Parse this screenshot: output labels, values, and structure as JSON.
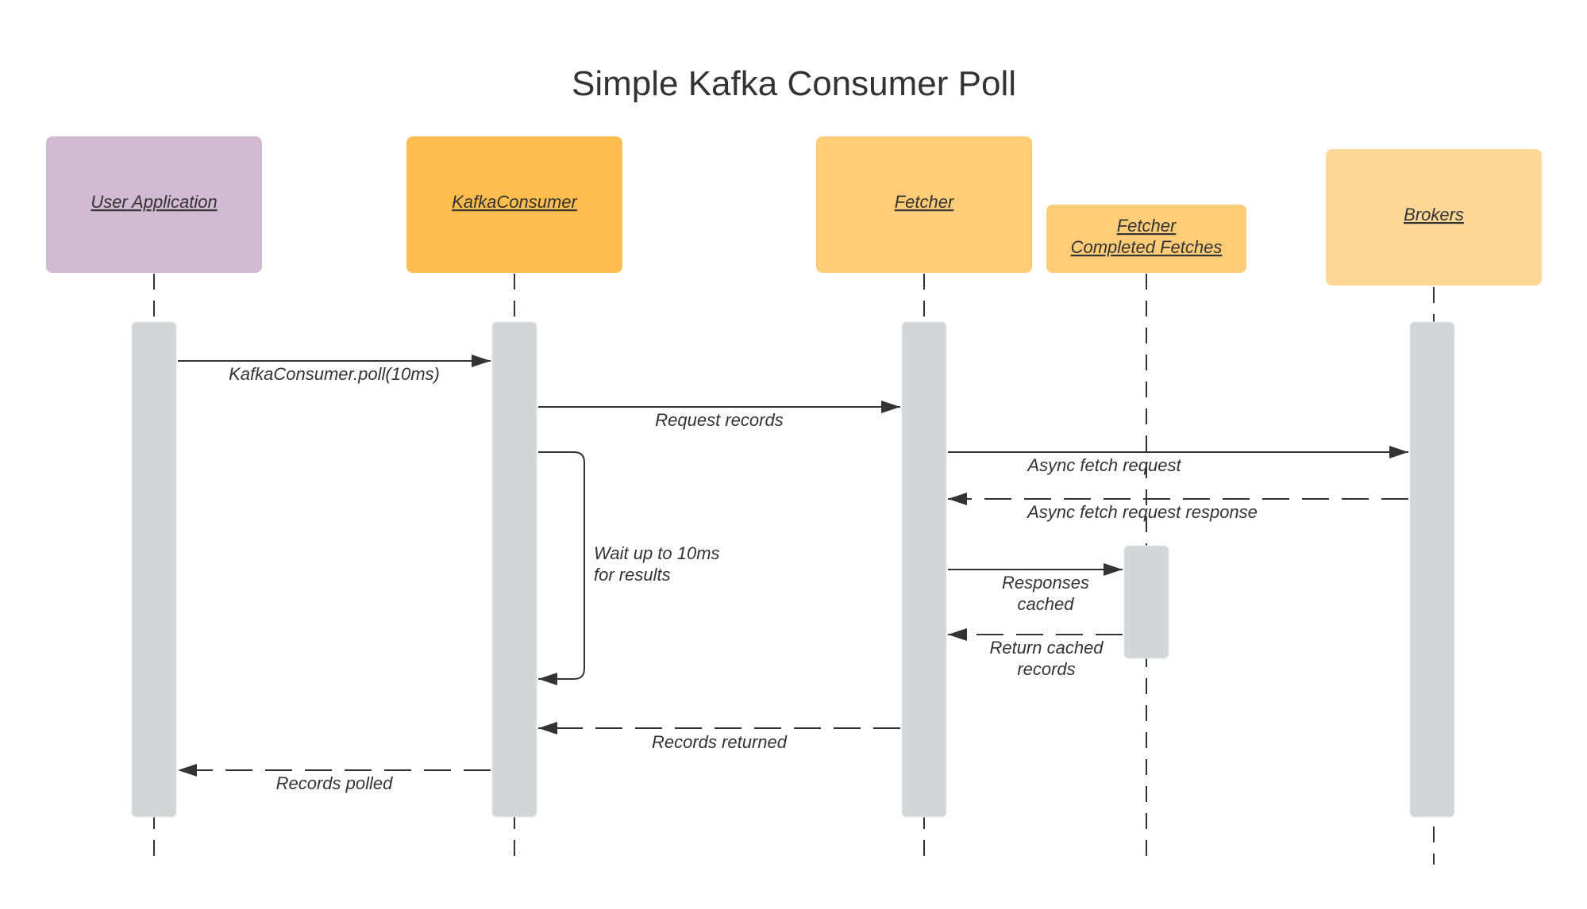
{
  "title": "Simple Kafka Consumer Poll",
  "colors": {
    "user_application": "#D1BBD3",
    "kafka_consumer": "#FFBD4F",
    "fetcher": "#FFCC78",
    "completed_fetches": "#FFCC78",
    "brokers": "#FFD797",
    "activation": "#D4D5D7",
    "line": "#333333"
  },
  "actors": {
    "user_application": "User Application",
    "kafka_consumer": "KafkaConsumer",
    "fetcher": "Fetcher",
    "completed_fetches_line1": "Fetcher",
    "completed_fetches_line2": "Completed Fetches",
    "brokers": "Brokers"
  },
  "messages": {
    "poll": "KafkaConsumer.poll(10ms)",
    "request_records": "Request records",
    "async_fetch_request": "Async fetch request",
    "async_fetch_response": "Async fetch request response",
    "wait_line1": "Wait up to 10ms",
    "wait_line2": "for results",
    "responses_cached_line1": "Responses",
    "responses_cached_line2": "cached",
    "return_cached_line1": "Return cached",
    "return_cached_line2": "records",
    "records_returned": "Records returned",
    "records_polled": "Records polled"
  }
}
